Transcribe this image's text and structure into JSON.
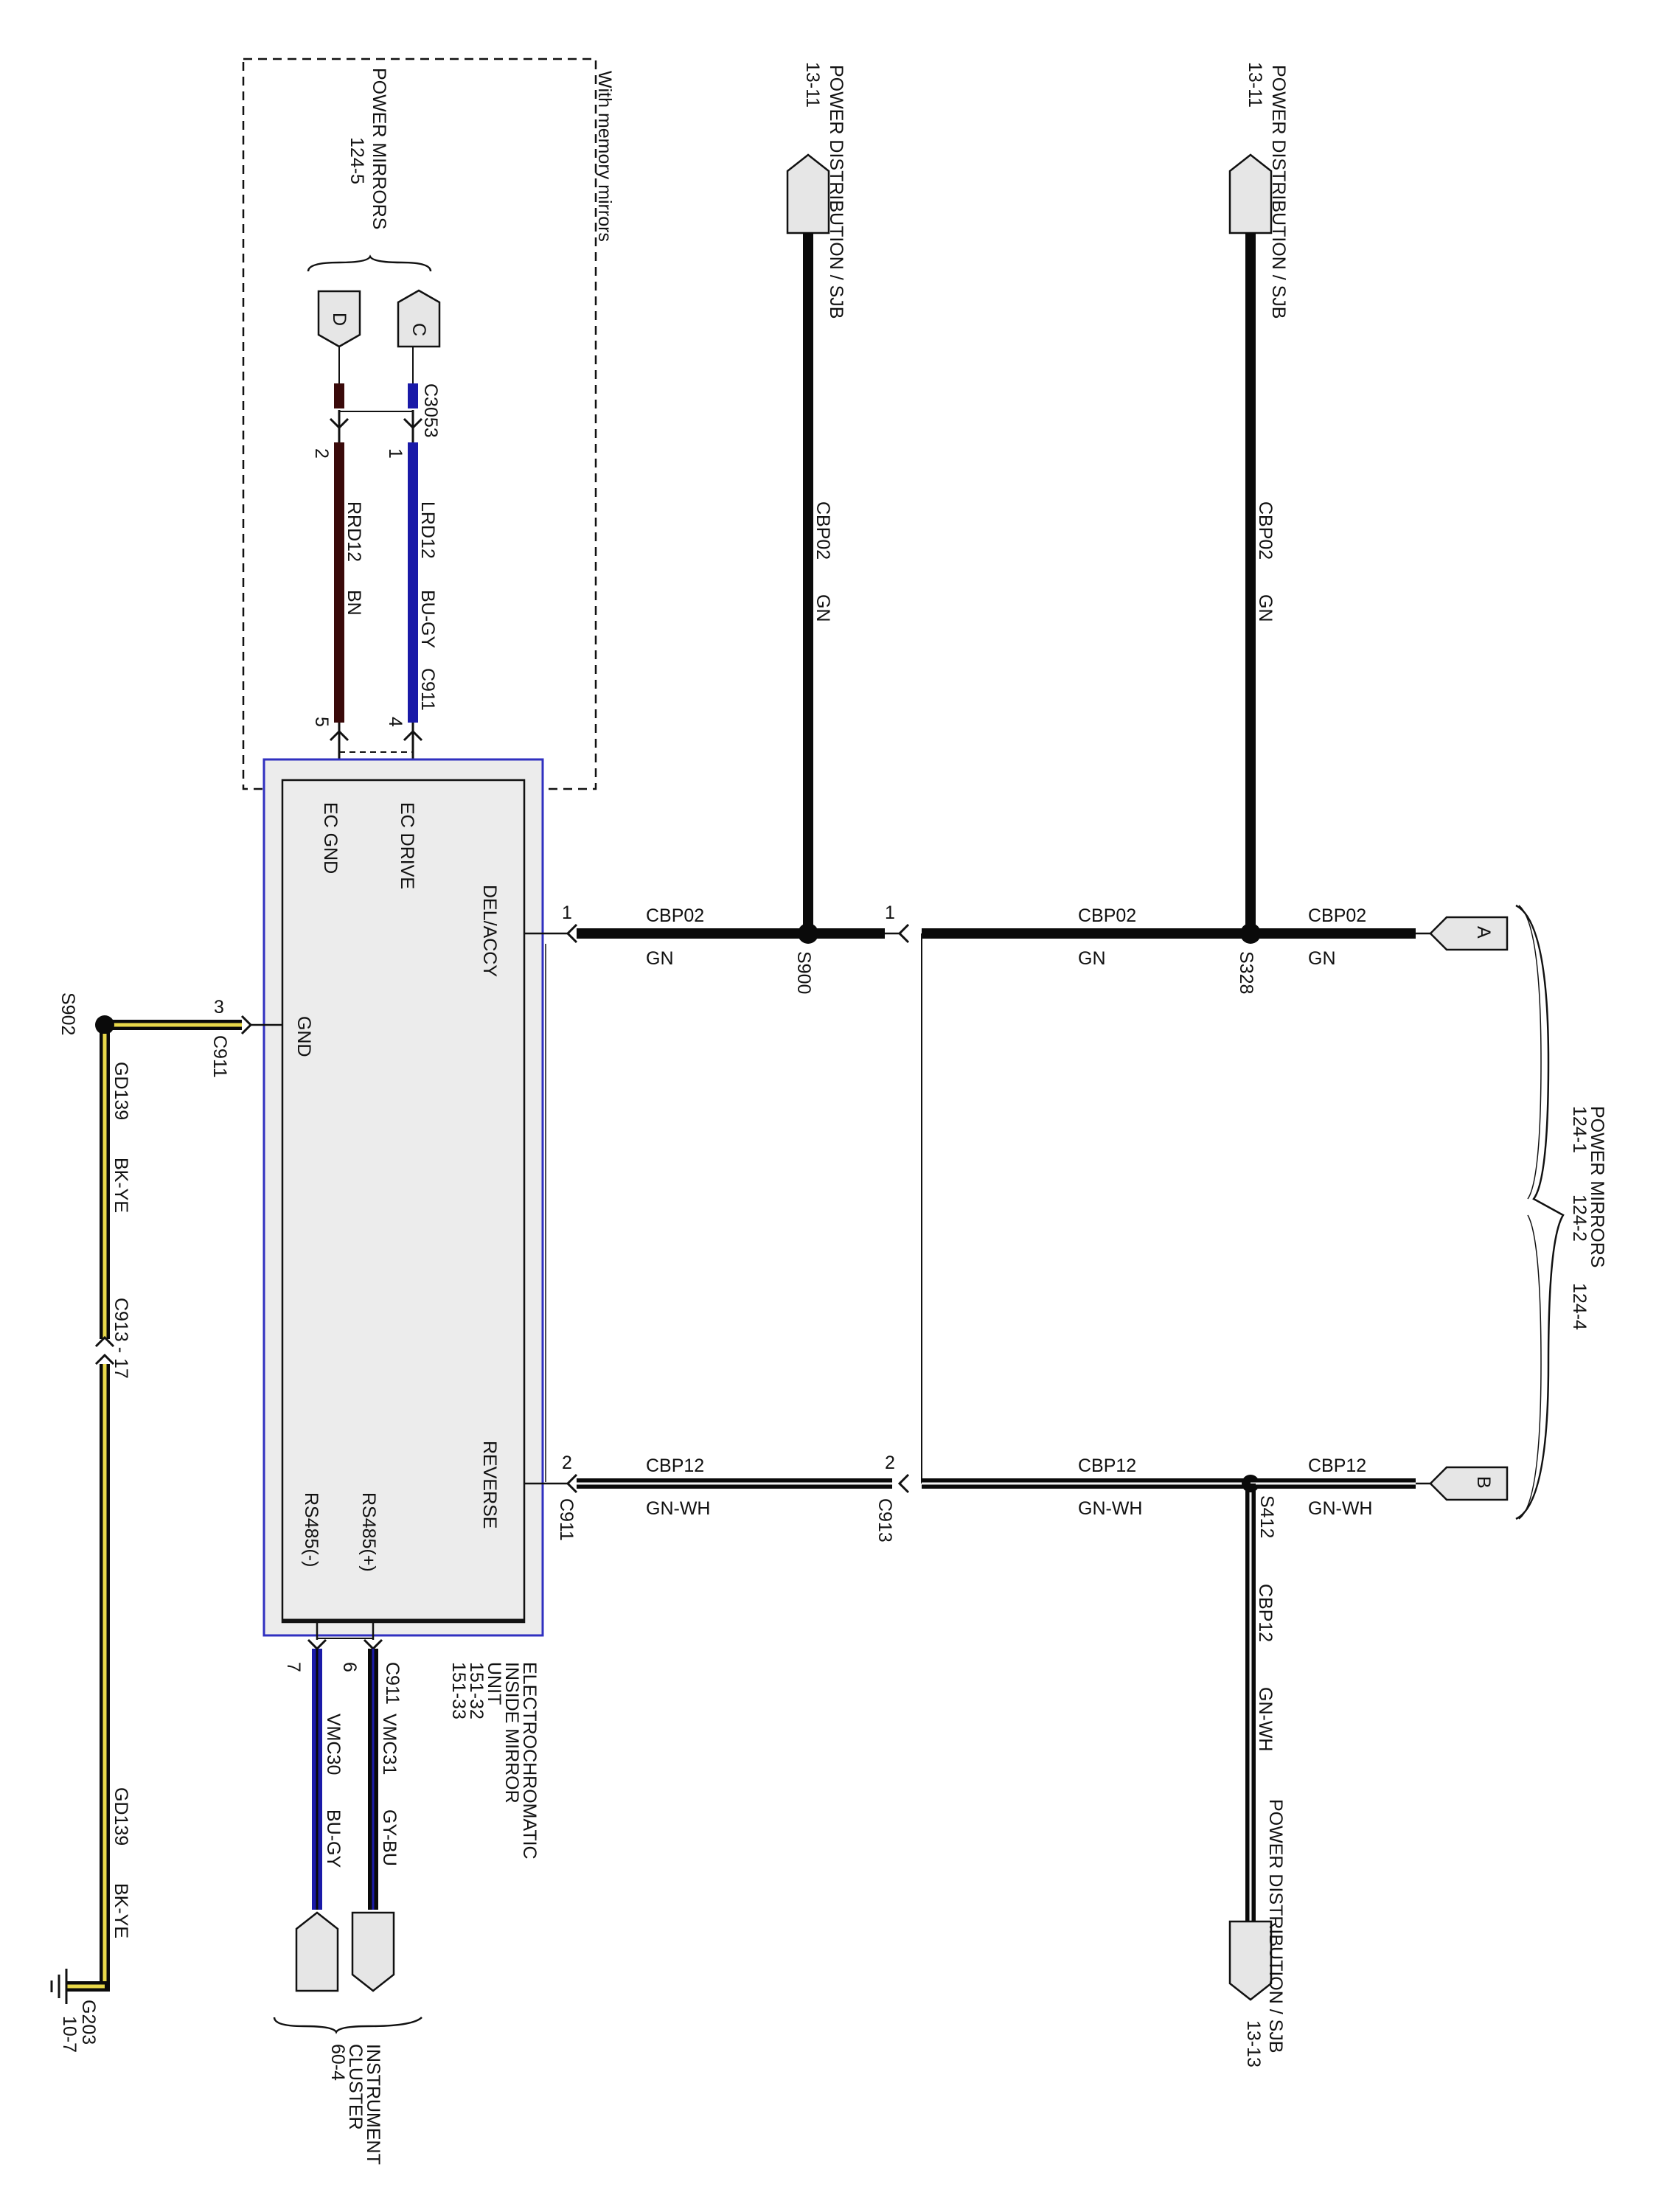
{
  "colors": {
    "wire_black": "#0a0a0a",
    "wire_blue": "#1a1aa8",
    "wire_brown": "#3a0a0a",
    "wire_yellow": "#e8d84a",
    "wire_white": "#f4f4f4",
    "module_outline": "#3030c0",
    "module_fill": "#ececec",
    "connector_fill": "#e6e6e6"
  },
  "memory_box": {
    "label": "With memory mirrors",
    "power_mirrors_title": "POWER MIRRORS",
    "power_mirrors_ref": "124-5",
    "pin_c": "C",
    "pin_d": "D",
    "connector_c3053": "C3053",
    "pin_1": "1",
    "pin_2": "2",
    "wire_lrd12_circuit": "LRD12",
    "wire_lrd12_color": "BU-GY",
    "wire_rrd12_circuit": "RRD12",
    "wire_rrd12_color": "BN",
    "connector_c911": "C911",
    "pin_4": "4",
    "pin_5": "5"
  },
  "pdist_top_left": {
    "title": "POWER DISTRIBUTION / SJB",
    "ref": "13-11",
    "wire_circuit": "CBP02",
    "wire_color": "GN"
  },
  "pdist_top_right": {
    "title": "POWER DISTRIBUTION / SJB",
    "ref": "13-11",
    "wire_circuit": "CBP02",
    "wire_color": "GN"
  },
  "pdist_bottom_right": {
    "title": "POWER DISTRIBUTION / SJB",
    "ref": "13-13",
    "wire_circuit": "CBP12",
    "wire_color": "GN-WH"
  },
  "module": {
    "name_line1": "ELECTROCHROMATIC",
    "name_line2": "INSIDE MIRROR",
    "name_line3": "UNIT",
    "ref1": "151-32",
    "ref2": "151-33",
    "pin_ec_gnd": "EC GND",
    "pin_ec_drive": "EC DRIVE",
    "pin_del_accy": "DEL/ACCY",
    "pin_gnd": "GND",
    "pin_reverse": "REVERSE",
    "pin_rs485_plus": "RS485(+)",
    "pin_rs485_minus": "RS485(-)"
  },
  "row_a": {
    "pin1_left": "1",
    "seg1_circuit": "CBP02",
    "seg1_color": "GN",
    "splice_s900": "S900",
    "pin1_mid": "1",
    "seg2_circuit": "CBP02",
    "seg2_color": "GN",
    "splice_s328": "S328",
    "seg3_circuit": "CBP02",
    "seg3_color": "GN",
    "connector": "A"
  },
  "row_b": {
    "pin2_left": "2",
    "connector_c911": "C911",
    "seg1_circuit": "CBP12",
    "seg1_color": "GN-WH",
    "pin2_mid": "2",
    "connector_c913": "C913",
    "seg2_circuit": "CBP12",
    "seg2_color": "GN-WH",
    "splice_s412": "S412",
    "seg3_circuit": "CBP12",
    "seg3_color": "GN-WH",
    "connector": "B"
  },
  "power_mirrors_right": {
    "title": "POWER MIRRORS",
    "ref1": "124-1",
    "ref2": "124-2",
    "ref3": "124-4"
  },
  "ground": {
    "pin3": "3",
    "connector_c911": "C911",
    "splice_s902": "S902",
    "wire_circuit_upper": "GD139",
    "wire_color_upper": "BK-YE",
    "connector_c913_17": "C913 - 17",
    "wire_circuit_lower": "GD139",
    "wire_color_lower": "BK-YE",
    "ground_point": "G203",
    "ground_ref": "10-7"
  },
  "cluster": {
    "connector_c911": "C911",
    "pin6": "6",
    "pin7": "7",
    "wire_vmc31_circuit": "VMC31",
    "wire_vmc31_color": "GY-BU",
    "wire_vmc30_circuit": "VMC30",
    "wire_vmc30_color": "BU-GY",
    "title_line1": "INSTRUMENT",
    "title_line2": "CLUSTER",
    "ref": "60-4"
  }
}
